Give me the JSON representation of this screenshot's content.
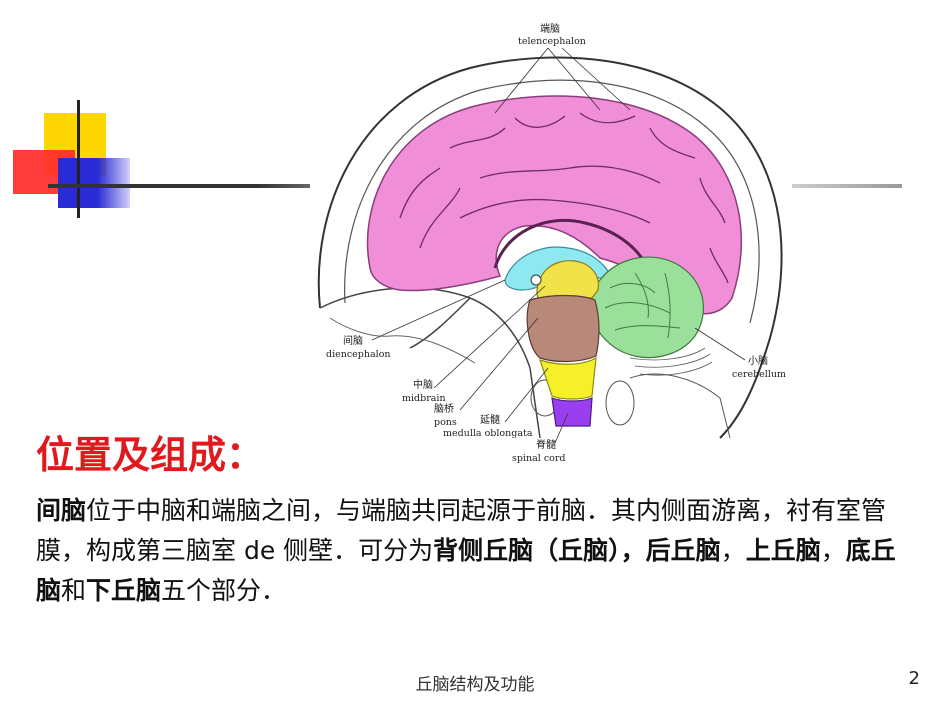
{
  "figure": {
    "labels": {
      "telencephalon_cn": "端脑",
      "telencephalon_en": "telencephalon",
      "diencephalon_cn": "间脑",
      "diencephalon_en": "diencephalon",
      "midbrain_cn": "中脑",
      "midbrain_en": "midbrain",
      "pons_cn": "脑桥",
      "pons_en": "pons",
      "medulla_cn": "延髓",
      "medulla_en": "medulla oblongata",
      "spinal_cn": "脊髓",
      "spinal_en": "spinal cord",
      "cerebellum_cn": "小脑",
      "cerebellum_en": "cerebellum"
    },
    "colors": {
      "telencephalon": "#f08ed8",
      "diencephalon": "#8ee8f2",
      "midbrain": "#f2e24a",
      "pons": "#b88878",
      "medulla": "#f5f02a",
      "spinal_cord": "#9a3ff0",
      "cerebellum": "#9be09a"
    }
  },
  "content": {
    "heading": "位置及组成：",
    "para": {
      "s1": "间脑",
      "s2": "位于中脑和端脑之间，与端脑共同起源于前脑．其内侧面游离，衬有室管膜，构成第三脑室 de 侧壁．可分为",
      "s3": "背侧丘脑（丘脑），后丘脑",
      "s4": "，",
      "s5": "上丘脑",
      "s6": "，",
      "s7": "底丘脑",
      "s8": "和",
      "s9": "下丘脑",
      "s10": "五个部分．"
    }
  },
  "footer": {
    "title": "丘脑结构及功能",
    "page": "2"
  }
}
